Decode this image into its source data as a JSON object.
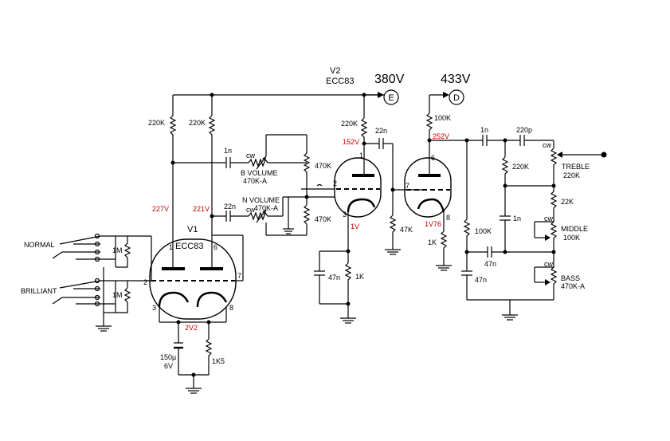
{
  "labels": {
    "v2": "V2",
    "v2_type": "ECC83",
    "v1": "V1",
    "v1_type": "ECC83",
    "hv_e": "380V",
    "hv_d": "433V",
    "node_e": "E",
    "node_d": "D",
    "normal": "NORMAL",
    "brilliant": "BRILLIANT"
  },
  "components": {
    "r_220k_a": "220K",
    "r_220k_b": "220K",
    "r_220k_c": "220K",
    "r_100k_a": "100K",
    "r_470k_a": "470K",
    "r_470k_b": "470K",
    "r_47k": "47K",
    "r_1k_a": "1K",
    "r_1k_b": "1K",
    "r_1k5": "1K5",
    "r_1m_a": "1M",
    "r_1m_b": "1M",
    "r_100k_b": "100K",
    "r_22k": "22K",
    "c_1n_a": "1n",
    "c_22n_a": "22n",
    "c_22n_b": "22n",
    "c_1n_b": "1n",
    "c_220p": "220p",
    "c_1n_c": "1n",
    "c_47n_a": "47n",
    "c_47n_b": "47n",
    "c_47n_c": "47n",
    "c_150u": "150µ",
    "c_150u_v": "6V",
    "pot_b_vol": "B  VOLUME",
    "pot_b_vol_v": "470K-A",
    "pot_n_vol": "N  VOLUME",
    "pot_n_vol_v": "470K-A",
    "pot_treble": "TREBLE",
    "pot_treble_v": "220K",
    "pot_middle": "MIDDLE",
    "pot_middle_v": "100K",
    "pot_bass": "BASS",
    "pot_bass_v": "470K-A",
    "cw1": "cw",
    "cw2": "cw",
    "cw3": "cw",
    "cw4": "cw",
    "cw5": "cw"
  },
  "voltages": {
    "v227": "227V",
    "v221": "221V",
    "v152": "152V",
    "v252": "252V",
    "v1": "1V",
    "v1v76": "1V76",
    "v2v2": "2V2"
  },
  "pins": {
    "p1a": "1",
    "p6a": "6",
    "p2a": "2",
    "p7a": "7",
    "p3a": "3",
    "p8a": "8",
    "p1b": "1",
    "p2b": "2",
    "p3b": "3",
    "p6b": "6",
    "p7b": "7",
    "p8b": "8"
  }
}
